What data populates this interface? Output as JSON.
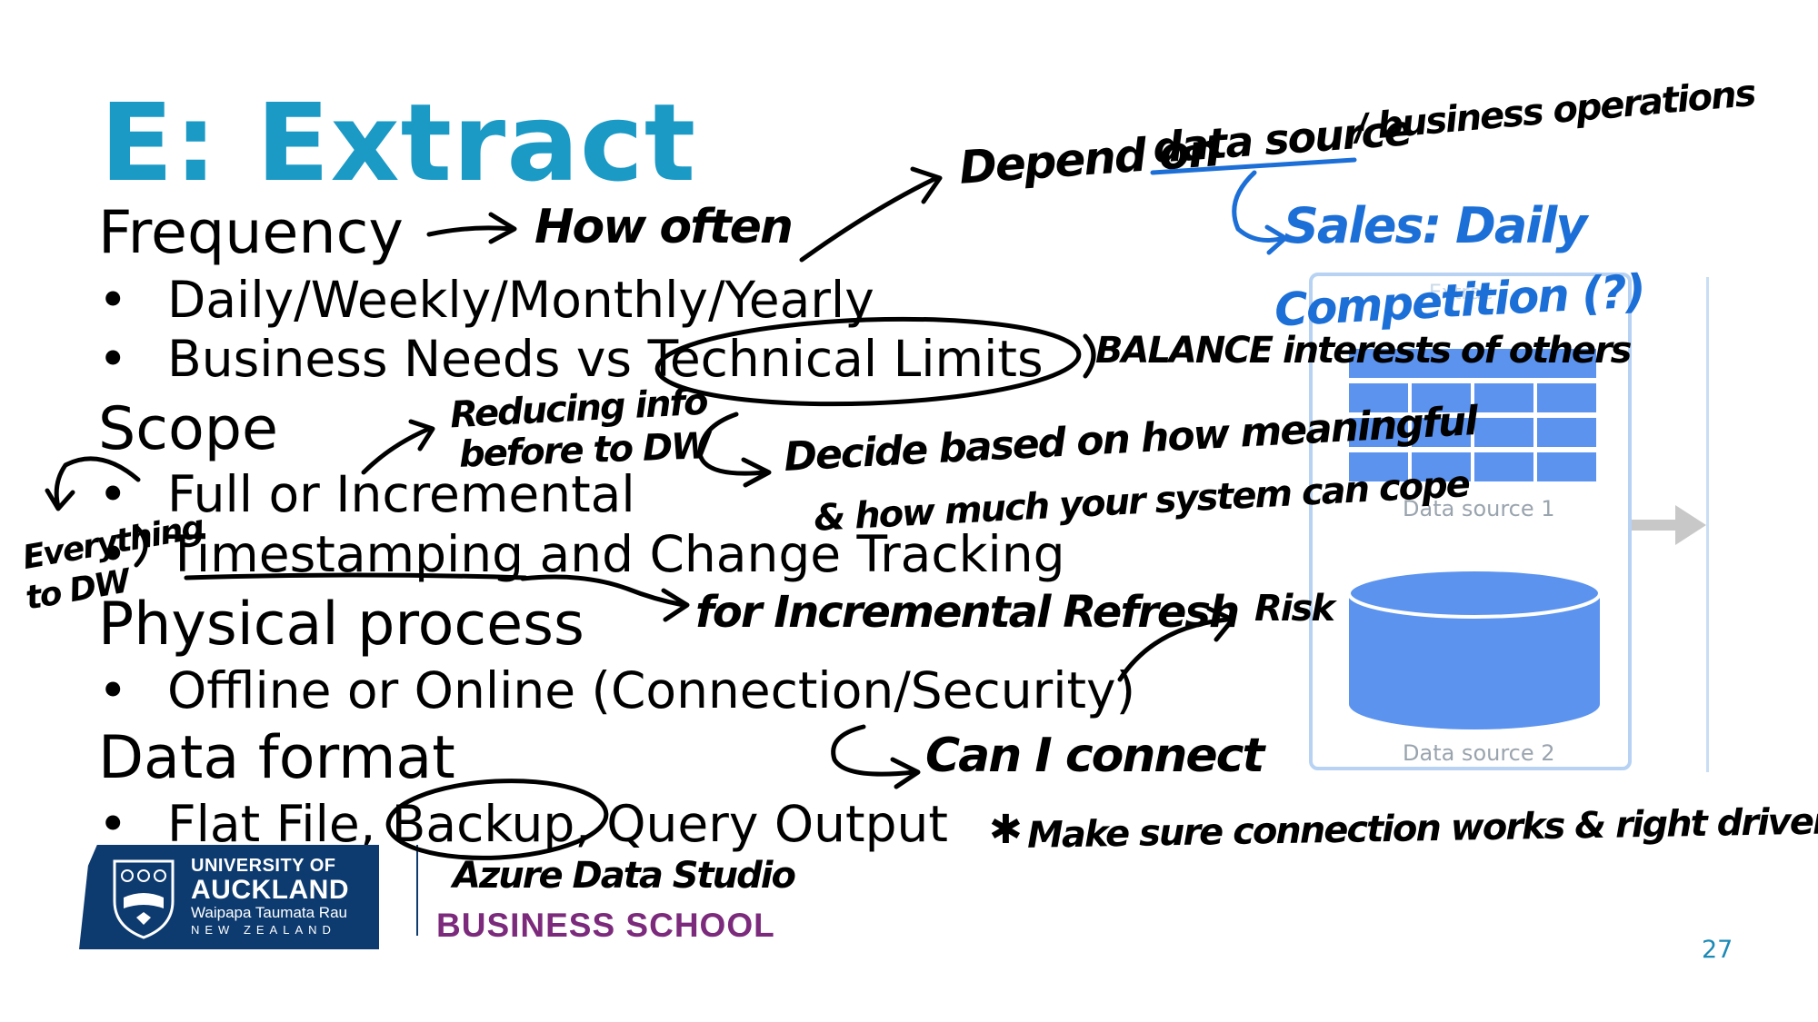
{
  "slide": {
    "title": "E: Extract",
    "sections": [
      {
        "heading": "Frequency",
        "bullets": [
          "Daily/Weekly/Monthly/Yearly",
          "Business Needs vs Technical Limits"
        ]
      },
      {
        "heading": "Scope",
        "bullets": [
          "Full or Incremental",
          "Timestamping and Change Tracking"
        ]
      },
      {
        "heading": "Physical process",
        "bullets": [
          "Offline or Online (Connection/Security)"
        ]
      },
      {
        "heading": "Data format",
        "bullets": [
          "Flat File, Backup, Query Output"
        ]
      }
    ],
    "bullet_symbol": "•",
    "page_number": "27"
  },
  "diagram": {
    "header_label": "Extrac",
    "source_1_label": "Data source 1",
    "source_2_label": "Data source 2",
    "colors": {
      "shape_fill": "#5b93ef",
      "frame": "#b7d2f3",
      "arrow": "#c8c8c8"
    }
  },
  "logo": {
    "line1": "UNIVERSITY OF",
    "line2": "AUCKLAND",
    "line3": "Waipapa Taumata Rau",
    "line4": "NEW ZEALAND",
    "school": "BUSINESS SCHOOL",
    "colors": {
      "navy": "#0d3b70",
      "purple": "#7c2a7c"
    }
  },
  "annotations": {
    "how_often": "How often",
    "depend_on": "Depend on",
    "data_source": "data source",
    "business_operations": "/ business operations",
    "sales_daily": "Sales: Daily",
    "competition": "Competition (?)",
    "balance": "BALANCE interests of others",
    "reducing_1": "Reducing info",
    "reducing_2": "before to DW",
    "decide_1": "Decide based on how meaningful",
    "decide_2": "& how much your system can cope",
    "everything_1": "Everything",
    "everything_2": "to DW",
    "for_incremental": "for Incremental Refresh",
    "risk": "Risk",
    "can_i_connect": "Can I connect",
    "azure": "Azure Data Studio",
    "make_sure": "Make sure connection works & right drivers",
    "star": "✱"
  },
  "colors": {
    "title": "#1b9ac6",
    "ink_black": "#000000",
    "ink_blue": "#1c6fd6",
    "page_number": "#1b8ab6"
  }
}
